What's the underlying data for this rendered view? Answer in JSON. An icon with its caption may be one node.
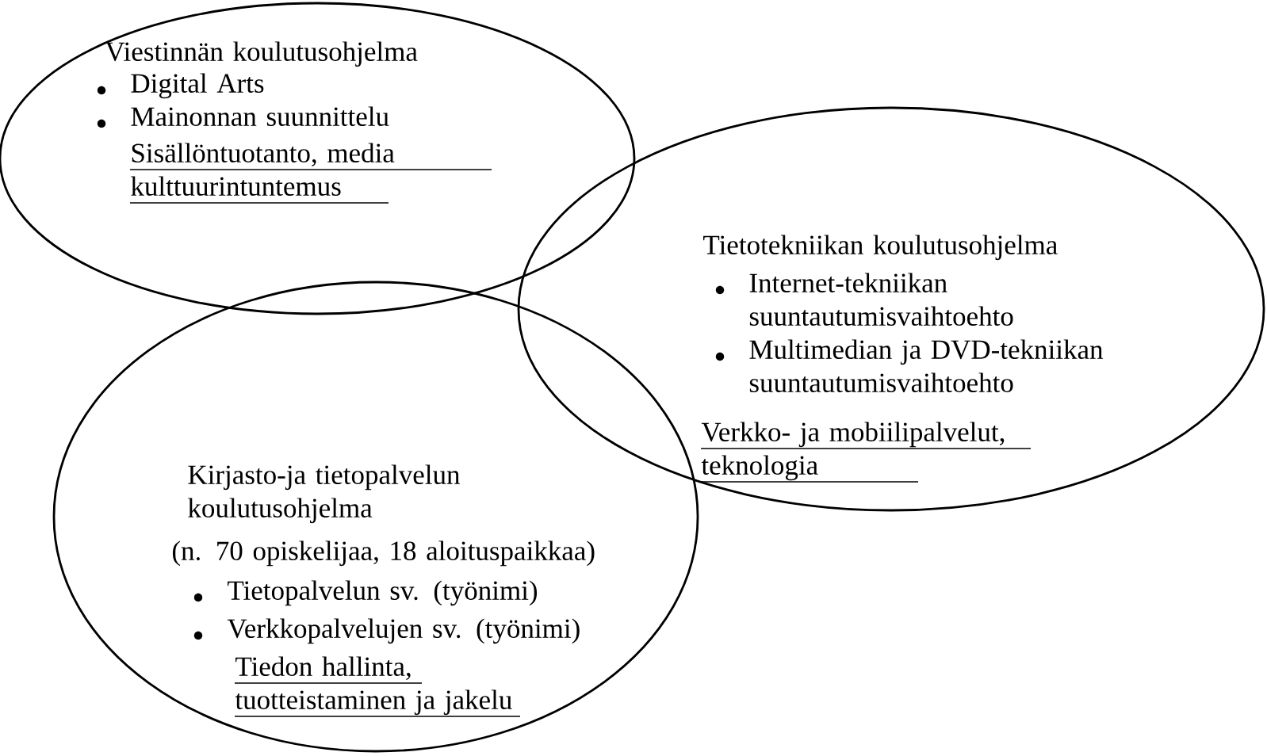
{
  "diagram": {
    "nodes": [
      {
        "text": [
          "Viestinnän koulutusohjelma",
          "Digital Arts",
          "Mainonnan suunnittelu",
          "Sisällöntuotanto, media kulttuurintuntemus"
        ]
      },
      {
        "text": [
          "Tietotekniikan koulutusohjelma",
          "Internet-tekniikan suuntautumisvaihtoehto",
          "Multimedian ja DVD-tekniikan suuntautumisvaihtoehto",
          "Verkko- ja mobiilipalvelut, teknologia"
        ]
      },
      {
        "text": [
          "Kirjasto-ja tietopalvelun koulutusohjelma",
          "(n. 70 opiskelijaa, 18 aloituspaikkaa)",
          "Tietopalvelun sv. (työnimi)",
          "Verkkopalvelujen sv. (työnimi)",
          "Tiedon hallinta, tuotteistaminen ja jakelu"
        ]
      }
    ]
  }
}
